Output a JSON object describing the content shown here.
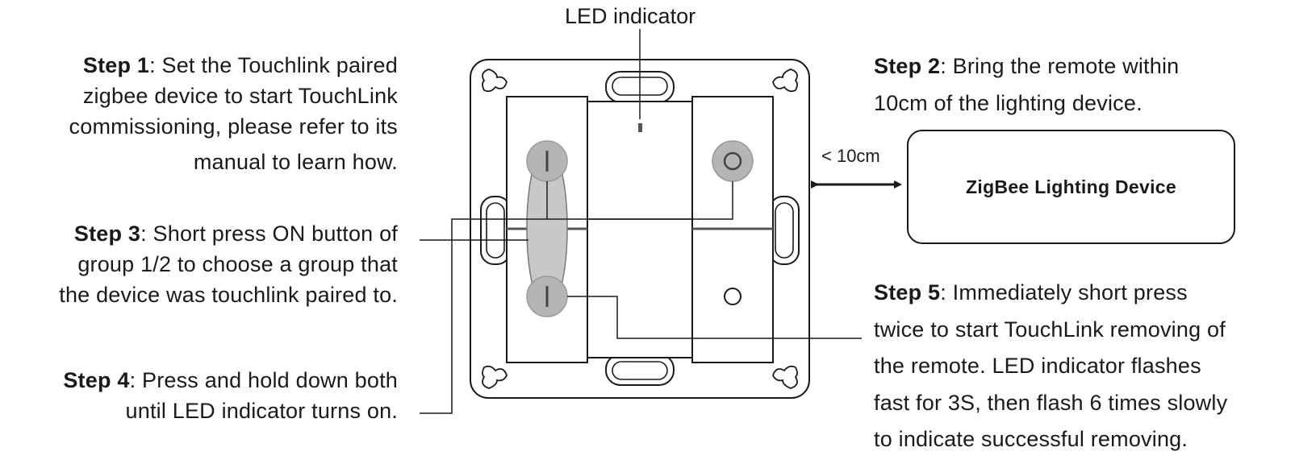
{
  "led_indicator_label": "LED indicator",
  "distance_label": "< 10cm",
  "device_label": "ZigBee Lighting Device",
  "steps": {
    "step1": {
      "title": "Step 1",
      "lines": [
        ": Set the Touchlink paired",
        "zigbee device to start TouchLink",
        "commissioning, please refer to its",
        "manual to learn how."
      ]
    },
    "step2": {
      "title": "Step 2",
      "lines": [
        ": Bring the remote within",
        "10cm of the lighting device."
      ]
    },
    "step3": {
      "title": "Step 3",
      "lines": [
        ": Short press ON button of",
        "group 1/2 to choose a group that",
        "the device was touchlink paired to."
      ]
    },
    "step4": {
      "title": "Step 4",
      "lines": [
        ": Press and hold down both",
        "until LED indicator turns on."
      ]
    },
    "step5": {
      "title": "Step 5",
      "lines": [
        ": Immediately short press",
        "twice to start TouchLink removing of",
        "the remote. LED indicator flashes",
        "fast for 3S, then flash 6 times slowly",
        "to indicate successful removing."
      ]
    }
  },
  "button_symbols": {
    "on": "I",
    "off": "O"
  }
}
